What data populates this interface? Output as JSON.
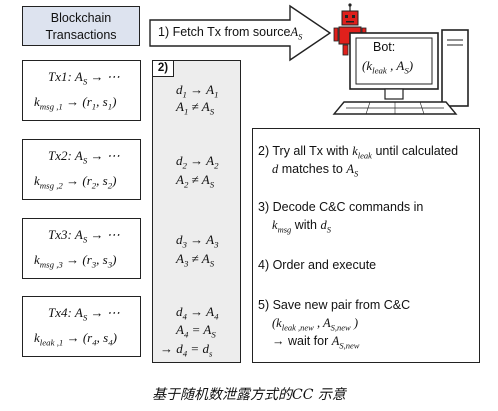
{
  "header": {
    "title_line1": "Blockchain",
    "title_line2": "Transactions"
  },
  "arrow": {
    "label": "1) Fetch Tx from source",
    "label_var": "A",
    "label_sub": "S"
  },
  "bot": {
    "label": "Bot:",
    "tuple_open": "(",
    "k": "k",
    "k_sub": "leak",
    "sep": " , ",
    "a": "A",
    "a_sub": "S",
    "tuple_close": ")"
  },
  "transactions": [
    {
      "name": "Tx1:",
      "lhs": "A",
      "lhs_sub": "S",
      "rhs": " → ⋯",
      "k": "k",
      "k_sub": "msg ,1",
      "r": "r",
      "r_sub": "1",
      "s": "s",
      "s_sub": "1"
    },
    {
      "name": "Tx2:",
      "lhs": "A",
      "lhs_sub": "S",
      "rhs": " → ⋯",
      "k": "k",
      "k_sub": "msg ,2",
      "r": "r",
      "r_sub": "2",
      "s": "s",
      "s_sub": "2"
    },
    {
      "name": "Tx3:",
      "lhs": "A",
      "lhs_sub": "S",
      "rhs": " → ⋯",
      "k": "k",
      "k_sub": "msg ,3",
      "r": "r",
      "r_sub": "3",
      "s": "s",
      "s_sub": "3"
    },
    {
      "name": "Tx4:",
      "lhs": "A",
      "lhs_sub": "S",
      "rhs": " → ⋯",
      "k": "k",
      "k_sub": "leak ,1",
      "r": "r",
      "r_sub": "4",
      "s": "s",
      "s_sub": "4"
    }
  ],
  "step2_label": "2)",
  "decodes": [
    {
      "d_sub": "1",
      "a_sub": "1",
      "neq": "A",
      "neq_sub": "S",
      "neq_op": "≠"
    },
    {
      "d_sub": "2",
      "a_sub": "2",
      "neq": "A",
      "neq_sub": "S",
      "neq_op": "≠"
    },
    {
      "d_sub": "3",
      "a_sub": "3",
      "neq": "A",
      "neq_sub": "S",
      "neq_op": "≠"
    },
    {
      "d_sub": "4",
      "a_sub": "4",
      "eq": "A",
      "eq_sub": "S",
      "eq_op": "=",
      "final": "→ d",
      "final_sub": "4",
      "final_op": "=",
      "final_rhs": "d",
      "final_rhs_sub": "s"
    }
  ],
  "steps": {
    "s2_a": "2) Try all Tx with ",
    "s2_k": "k",
    "s2_k_sub": "leak",
    "s2_b": "  until calculated",
    "s2_c_var": "d",
    "s2_c": " matches to ",
    "s2_c_a": "A",
    "s2_c_a_sub": "S",
    "s3_a": "3) Decode C&C commands in",
    "s3_k": "k",
    "s3_k_sub": "msg",
    "s3_b": " with ",
    "s3_d": "d",
    "s3_d_sub": "S",
    "s4": "4) Order and execute",
    "s5_a": "5) Save new pair from C&C",
    "s5_open": "(",
    "s5_k": "k",
    "s5_k_sub": "leak ,new",
    "s5_sep": " , ",
    "s5_a2": "A",
    "s5_a2_sub": "S,new",
    "s5_close": " )",
    "s5_c": "→ wait for ",
    "s5_c_a": "A",
    "s5_c_a_sub": "S,new"
  },
  "caption": "基于随机数泄露方式的CC 示意",
  "colors": {
    "header_fill": "#dde3ef",
    "panel_fill": "#ededed",
    "robot_red": "#e0201c",
    "outline": "#222222"
  }
}
